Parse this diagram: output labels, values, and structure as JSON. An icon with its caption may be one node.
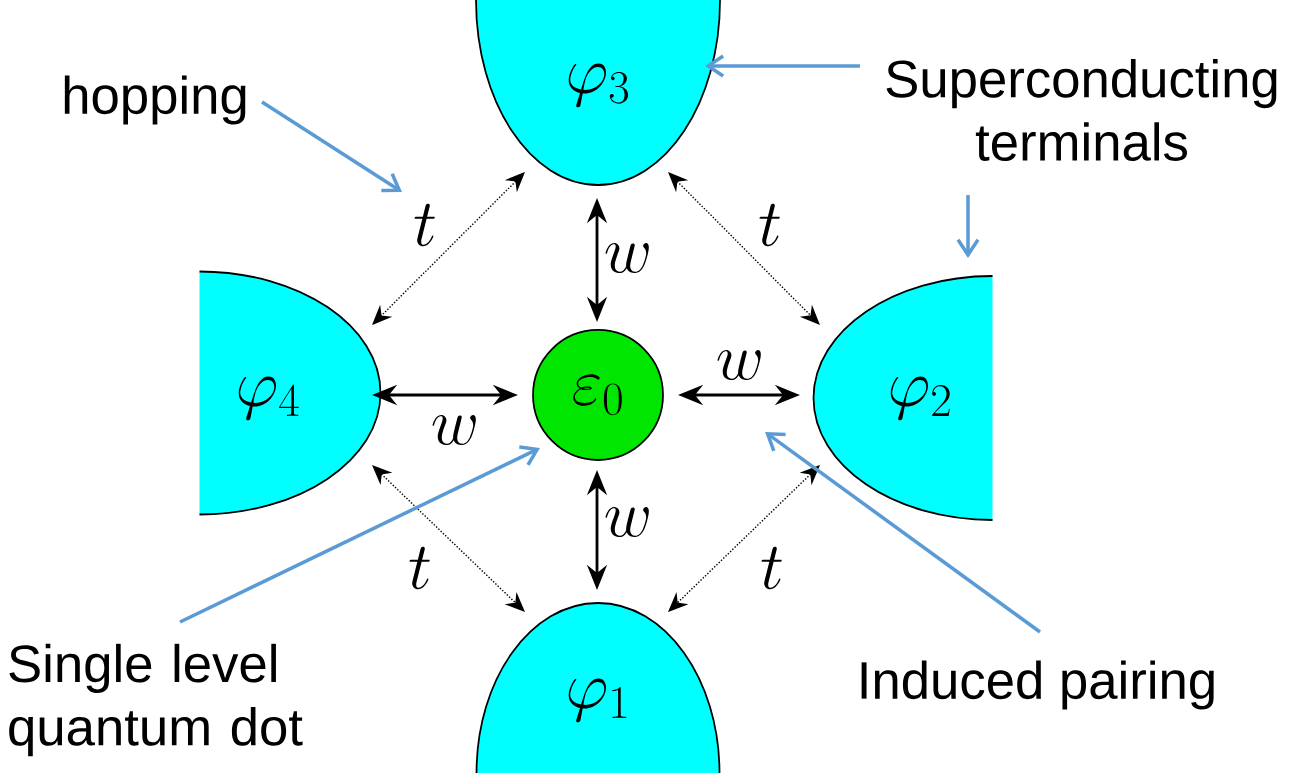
{
  "diagram": {
    "nodes": [
      {
        "text": [
          "\\varphi_3"
        ]
      },
      {
        "text": [
          "\\varphi_4"
        ]
      },
      {
        "text": [
          "\\varepsilon_0"
        ]
      },
      {
        "text": [
          "\\varphi_2"
        ]
      },
      {
        "text": [
          "\\varphi_1"
        ]
      },
      {
        "text": [
          "hopping"
        ]
      },
      {
        "text": [
          "Superconducting terminals"
        ]
      },
      {
        "text": [
          "Single level quantum dot"
        ]
      },
      {
        "text": [
          "Induced pairing"
        ]
      }
    ],
    "edges": [
      {
        "from": 0,
        "to": 2,
        "arrow": "both",
        "label": "w"
      },
      {
        "from": 1,
        "to": 2,
        "arrow": "both",
        "label": "w"
      },
      {
        "from": 2,
        "to": 3,
        "arrow": "both",
        "label": "w"
      },
      {
        "from": 2,
        "to": 4,
        "arrow": "both",
        "label": "w"
      },
      {
        "from": 0,
        "to": 1,
        "arrow": "both",
        "label": "t",
        "style": "dashed"
      },
      {
        "from": 0,
        "to": 3,
        "arrow": "both",
        "label": "t",
        "style": "dashed"
      },
      {
        "from": 1,
        "to": 4,
        "arrow": "both",
        "label": "t",
        "style": "dashed"
      },
      {
        "from": 3,
        "to": 4,
        "arrow": "both",
        "label": "t",
        "style": "dashed"
      },
      {
        "from": 5,
        "to": null,
        "arrow": "to",
        "color": "#5b9bd5"
      },
      {
        "from": 6,
        "to": 0,
        "arrow": "to",
        "color": "#5b9bd5"
      },
      {
        "from": 6,
        "to": 3,
        "arrow": "to",
        "color": "#5b9bd5"
      },
      {
        "from": 7,
        "to": 2,
        "arrow": "to",
        "color": "#5b9bd5"
      },
      {
        "from": 8,
        "to": null,
        "arrow": "to",
        "color": "#5b9bd5"
      }
    ]
  }
}
